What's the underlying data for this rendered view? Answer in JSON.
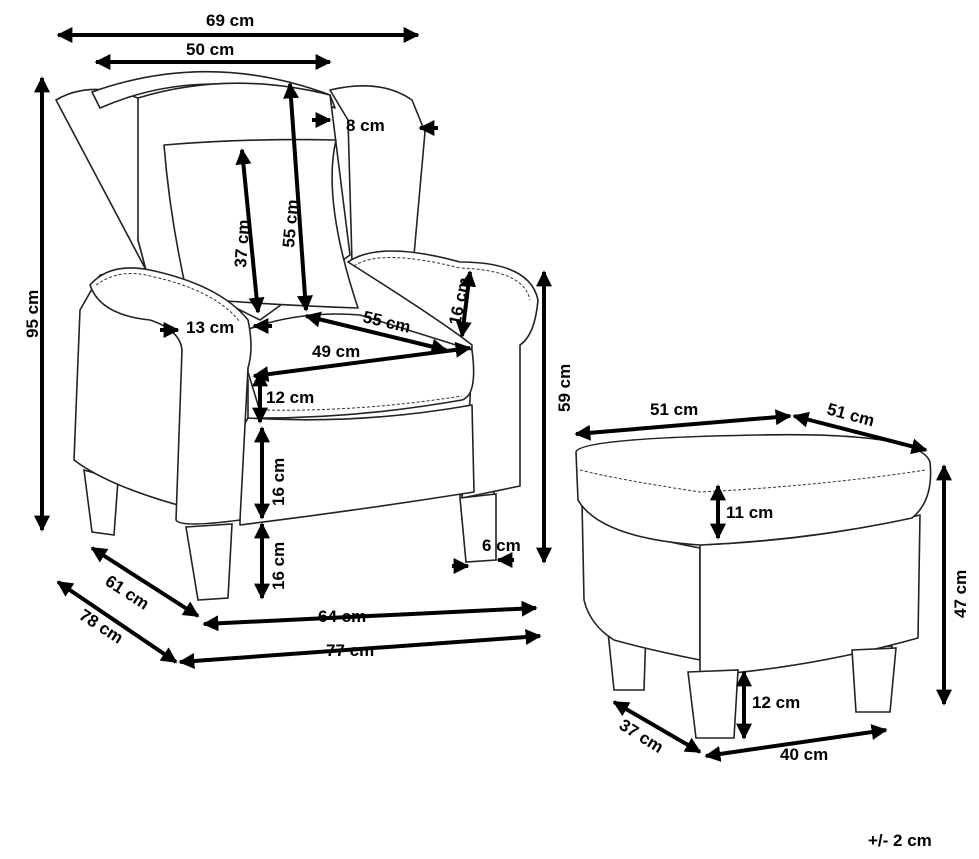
{
  "armchair": {
    "overall_width": "69 cm",
    "back_inner_width": "50 cm",
    "wing_depth": "8 cm",
    "overall_height": "95 cm",
    "backrest_height": "55 cm",
    "cushion_height": "37 cm",
    "armrest_height": "16 cm",
    "armrest_width": "13 cm",
    "seat_depth": "55 cm",
    "seat_width": "49 cm",
    "seat_cushion_thickness": "12 cm",
    "front_rail_height": "16 cm",
    "leg_height": "16 cm",
    "seat_height": "59 cm",
    "leg_width": "6 cm",
    "base_depth": "61 cm",
    "overall_depth": "78 cm",
    "base_width": "64 cm",
    "overall_width_front": "77 cm"
  },
  "ottoman": {
    "top_width": "51 cm",
    "top_depth": "51 cm",
    "cushion_thickness": "11 cm",
    "overall_height": "47 cm",
    "leg_height": "12 cm",
    "base_depth": "37 cm",
    "base_width": "40 cm"
  },
  "tolerance": "+/- 2 cm"
}
